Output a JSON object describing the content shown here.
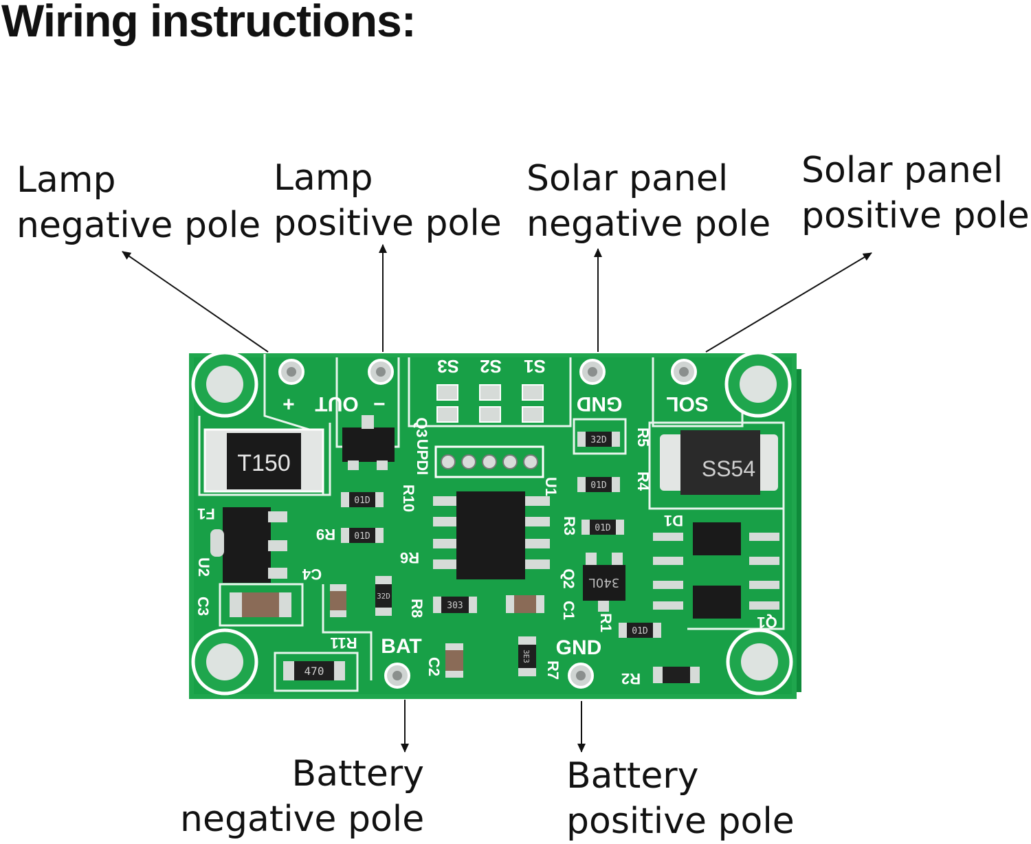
{
  "title": "Wiring instructions:",
  "labels": {
    "lamp_neg": [
      "Lamp",
      "negative pole"
    ],
    "lamp_pos": [
      "Lamp",
      "positive pole"
    ],
    "solar_neg": [
      "Solar panel",
      "negative pole"
    ],
    "solar_pos": [
      "Solar panel",
      "positive pole"
    ],
    "bat_neg": [
      "Battery",
      "negative pole"
    ],
    "bat_pos": [
      "Battery",
      "positive pole"
    ]
  },
  "board": {
    "silkscreen": {
      "out": "OUT",
      "plus": "+",
      "minus": "−",
      "gnd_top": "GND",
      "sol": "SOL",
      "bat": "BAT",
      "gnd_bottom": "GND",
      "s1": "S1",
      "s2": "S2",
      "s3": "S3",
      "updi": "UPDI",
      "q3": "Q3",
      "r10": "R10",
      "r9": "R9",
      "r6": "R6",
      "r8": "R8",
      "r11": "R11",
      "r3": "R3",
      "r4": "R4",
      "r5": "R5",
      "r1": "R1",
      "r2": "R2",
      "r7": "R7",
      "f1": "F1",
      "u2": "U2",
      "c3": "C3",
      "c4": "C4",
      "c1": "C1",
      "c2": "C2",
      "q2": "Q2",
      "u1": "U1",
      "d1": "D1",
      "q1": "Q1"
    },
    "components": {
      "inductor": "T150",
      "diode": "SS54",
      "resistor_470": "470",
      "resistor_32d_a": "32D",
      "resistor_32d_b": "32D",
      "resistor_01d_a": "01D",
      "resistor_01d_b": "01D",
      "resistor_01d_c": "01D",
      "resistor_01d_d": "01D",
      "resistor_01d_e": "01D",
      "resistor_303": "303",
      "resistor_3e3": "3E3",
      "transistor_q2": "340L"
    },
    "colors": {
      "pcb": "#19a34a",
      "silk": "#ffffff",
      "trace": "#27b556",
      "pad": "#d9d9d9",
      "chip": "#1a1a1a"
    }
  }
}
